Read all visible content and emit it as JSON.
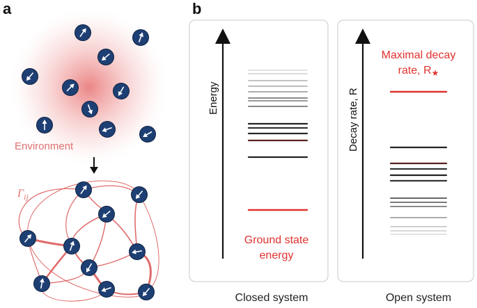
{
  "panel_a": {
    "letter": "a",
    "environment_label": "Environment",
    "coupling_symbol": "Γ",
    "coupling_subscript": "ij"
  },
  "panel_b": {
    "letter": "b",
    "closed": {
      "axis_label": "Energy",
      "ground_label_line1": "Ground state",
      "ground_label_line2": "energy",
      "caption": "Closed system"
    },
    "open": {
      "axis_label": "Decay rate, R",
      "max_label_line1": "Maximal decay",
      "max_label_line2_text": "rate, R",
      "max_label_star": "★",
      "caption": "Open system"
    }
  },
  "colors": {
    "spin_fill": "#1e3f73",
    "highlight": "#e0322e",
    "environment": "#e97a7a",
    "coupling_line": "#e06b6b"
  },
  "icons": [
    "spin-icon",
    "down-arrow-icon",
    "axis-arrow-icon"
  ]
}
